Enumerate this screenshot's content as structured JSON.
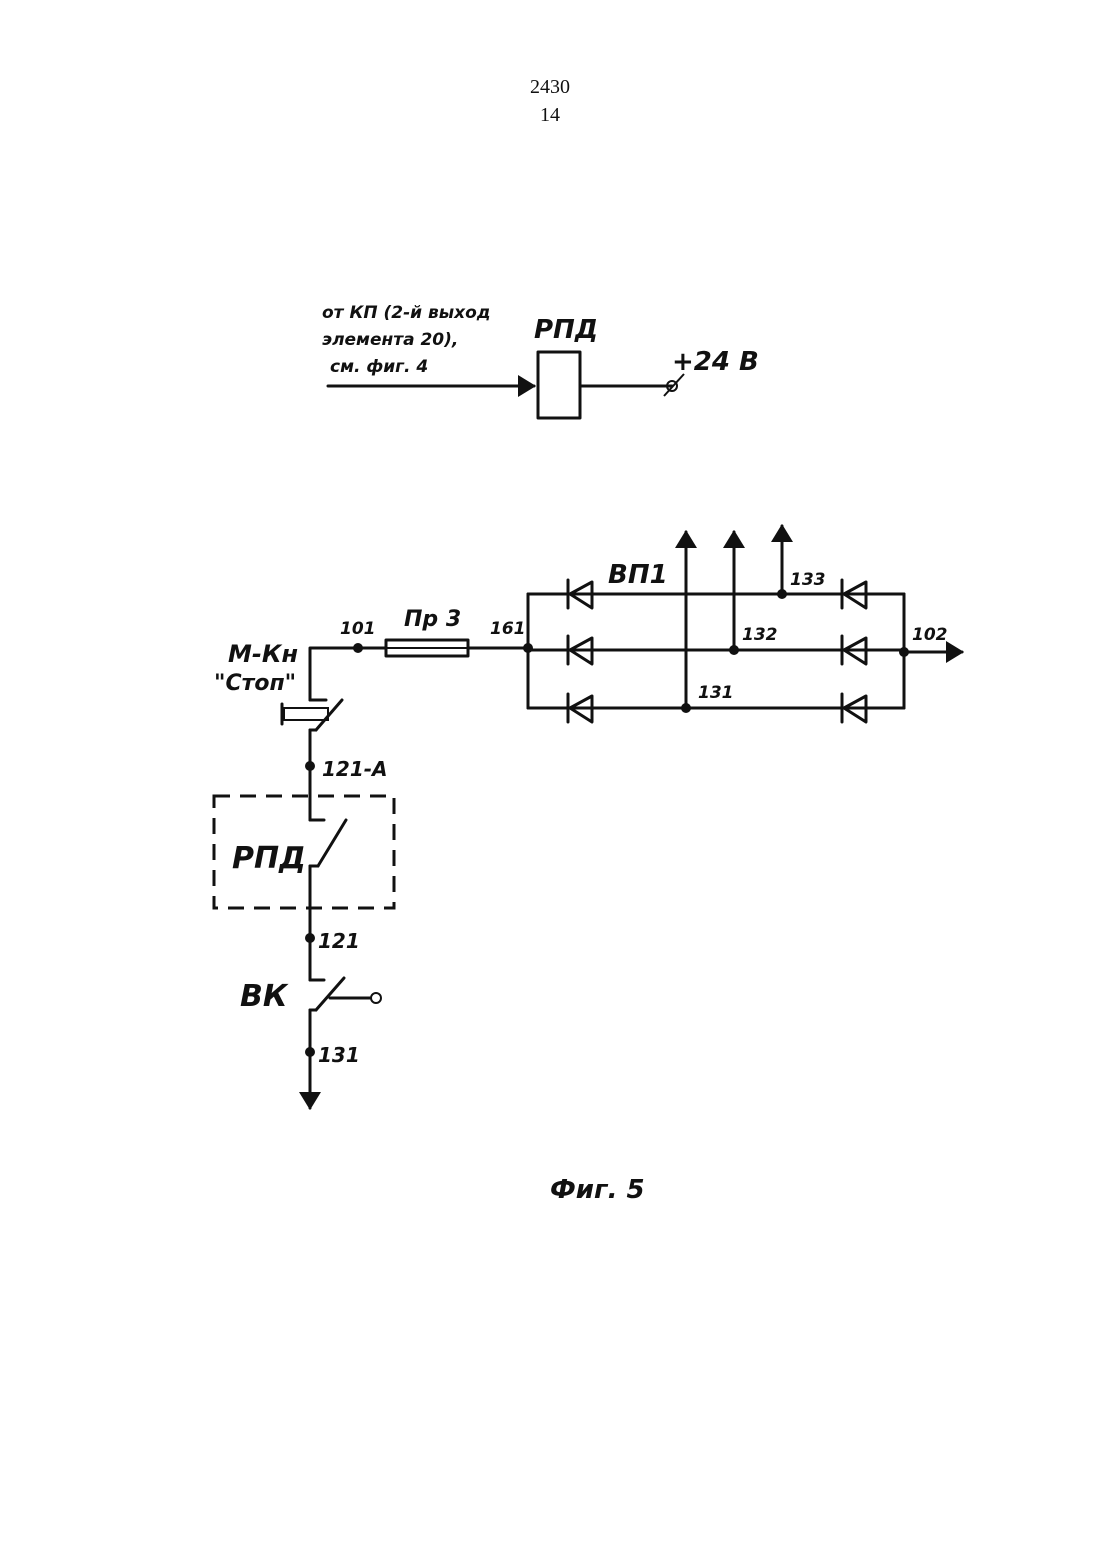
{
  "page": {
    "number": "2430",
    "sheet": "14"
  },
  "top_block": {
    "source_line1": "от КП (2-й выход",
    "source_line2": "элемента 20),",
    "source_line3": "см. фиг. 4",
    "relay_label": "РПД",
    "supply_label": "+24 В"
  },
  "circuit": {
    "button_label_1": "М-Кн",
    "button_label_2": "\"Стоп\"",
    "node_101": "101",
    "fuse_label": "Пр 3",
    "node_161": "161",
    "bridge_label": "ВП1",
    "node_133": "133",
    "node_132": "132",
    "node_131_bridge": "131",
    "node_102": "102",
    "node_121a": "121-А",
    "relay_contact_label": "РПД",
    "node_121": "121",
    "limit_switch_label": "ВК",
    "node_131": "131"
  },
  "caption": "Фиг. 5"
}
